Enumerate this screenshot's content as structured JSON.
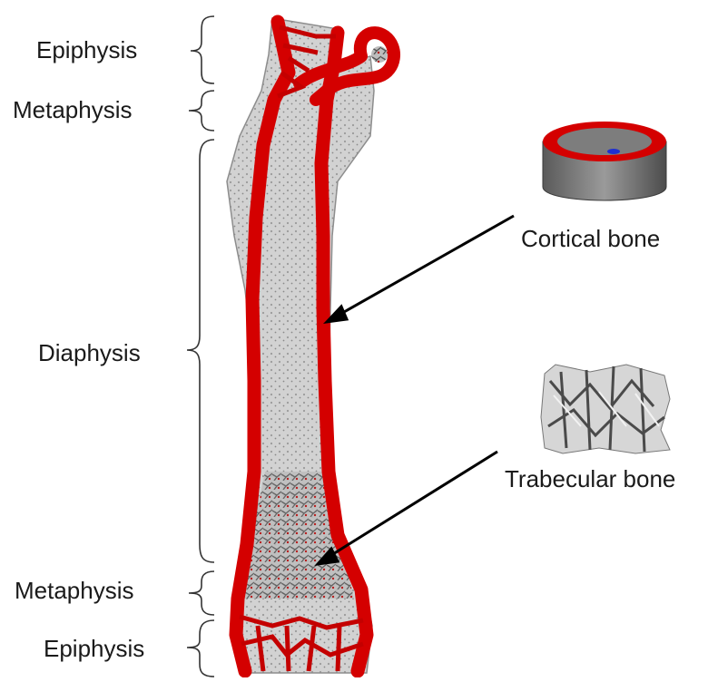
{
  "regions": [
    {
      "label": "Epiphysis"
    },
    {
      "label": "Metaphysis"
    },
    {
      "label": "Diaphysis"
    },
    {
      "label": "Metaphysis"
    },
    {
      "label": "Epiphysis"
    }
  ],
  "callouts": {
    "cortical": {
      "label": "Cortical bone"
    },
    "trabecular": {
      "label": "Trabecular bone"
    }
  },
  "colors": {
    "cortical_shell": "#d40000",
    "bone_grey": "#c9c9c9",
    "bone_dark": "#6e6e6e",
    "marrow_blue": "#1f2fd0",
    "text": "#1a1a1a"
  }
}
